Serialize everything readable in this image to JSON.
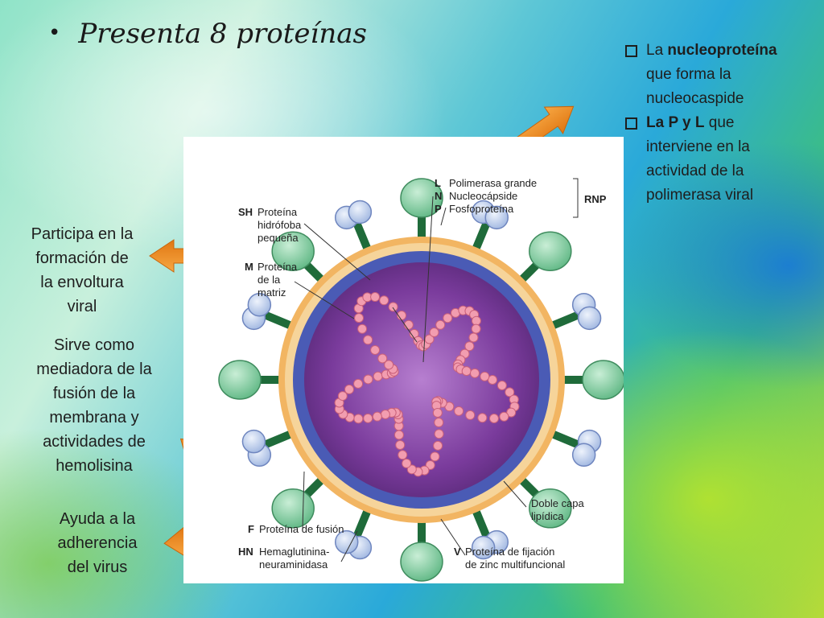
{
  "slide": {
    "title": "Presenta 8 proteínas",
    "bullet": "•"
  },
  "left_notes": [
    {
      "lines": [
        "Participa en la",
        "formación de",
        "la envoltura",
        "viral"
      ]
    },
    {
      "lines": [
        "Sirve como",
        "mediadora de la",
        "fusión de la",
        "membrana y",
        "actividades de",
        "hemolisina"
      ]
    },
    {
      "lines": [
        "Ayuda a la",
        "adherencia",
        "del virus"
      ]
    }
  ],
  "right_list": [
    {
      "pre": "La ",
      "bold": "nucleoproteína",
      "post": " que forma la nucleocaspide",
      "lines": [
        "que forma la",
        "nucleocaspide"
      ]
    },
    {
      "pre": "",
      "bold": "La P y L",
      "post": " que interviene en la actividad de la polimerasa viral",
      "lines": [
        "interviene en la",
        "actividad de la",
        "polimerasa viral"
      ],
      "first_tail": " que"
    }
  ],
  "figure": {
    "labels": {
      "L_code": "L",
      "L_text": "Polimerasa grande",
      "N_code": "N",
      "N_text": "Nucleocápside",
      "P_code": "P",
      "P_text": "Fosfoproteína",
      "RNP": "RNP",
      "SH_code": "SH",
      "SH_lines": [
        "Proteína",
        "hidrófoba",
        "pequeña"
      ],
      "M_code": "M",
      "M_lines": [
        "Proteína",
        "de la",
        "matriz"
      ],
      "F_code": "F",
      "F_text": "Proteína de fusión",
      "HN_code": "HN",
      "HN_lines": [
        "Hemaglutinina-",
        "neuraminidasa"
      ],
      "V_code": "V",
      "V_lines": [
        "Proteína de fijación",
        "de zinc multifuncional"
      ],
      "lipid_lines": [
        "Doble capa",
        "lipídica"
      ]
    }
  },
  "colors": {
    "arrow": "#f08c1e",
    "spike_stem": "#1f6b3a",
    "green_head": "#8fd4a6",
    "blue_head": "#c9d8f2",
    "envelope_outer": "#f0b060",
    "envelope_mid": "#3f4aa8",
    "core": "#7a3b9c",
    "rna_bead": "#e88aa0"
  }
}
